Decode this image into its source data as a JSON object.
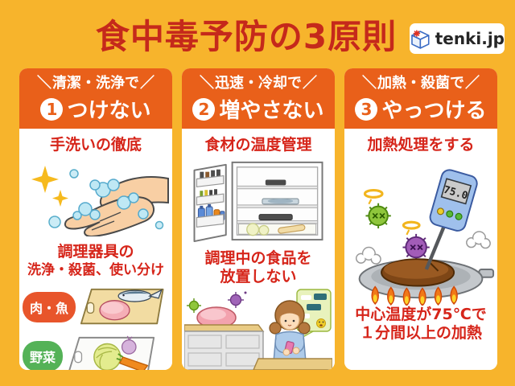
{
  "page": {
    "title": "食中毒予防の3原則",
    "bg_color": "#F7B42C",
    "title_color": "#C5291B",
    "card_header_color": "#E9601A",
    "heading_text_color": "#D6251A"
  },
  "logo": {
    "text": "tenki.jp",
    "icon": "tenki-cube-sun-icon"
  },
  "decor": {
    "slash_left": "＼",
    "slash_right": "／"
  },
  "cards": [
    {
      "slogan": "清潔・洗浄で",
      "number": "1",
      "principle": "つけない",
      "section1_title": "手洗いの徹底",
      "section2_line1": "調理器具の",
      "section2_line2": "洗浄・殺菌、使い分け",
      "labels": [
        {
          "text": "肉・魚",
          "color": "#E8552B"
        },
        {
          "text": "野菜",
          "color": "#54B257"
        }
      ],
      "illustrations": [
        "handwashing-hands",
        "cutting-board-meat-fish",
        "cutting-board-vegetables"
      ]
    },
    {
      "slogan": "迅速・冷却で",
      "number": "2",
      "principle": "増やさない",
      "section1_title": "食材の温度管理",
      "section2_line1": "調理中の食品を",
      "section2_line2": "放置しない",
      "illustrations": [
        "open-refrigerator",
        "counter-meat-with-germs",
        "woman-using-phone",
        "chat-speech-bubble"
      ]
    },
    {
      "slogan": "加熱・殺菌で",
      "number": "3",
      "principle": "やっつける",
      "section1_title": "加熱処理をする",
      "thermometer_reading": "75.0",
      "footer_line1": "中心温度が75℃で",
      "footer_line2": "１分間以上の加熱",
      "illustrations": [
        "dead-germs-with-halos",
        "digital-thermometer-in-steak",
        "frying-pan-over-flames",
        "steam-puffs"
      ]
    }
  ]
}
